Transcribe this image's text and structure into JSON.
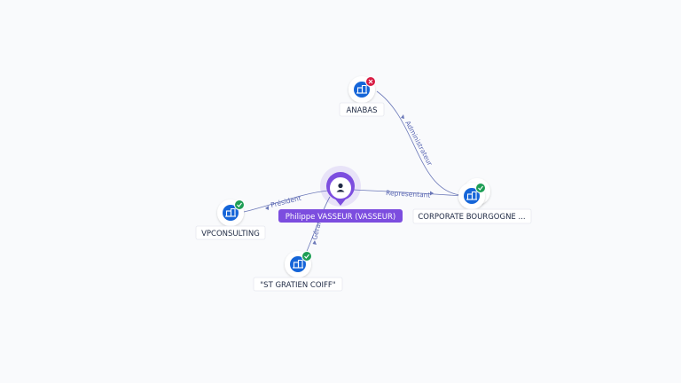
{
  "colors": {
    "company_icon": "#1565d8",
    "person_accent": "#7c4ddf",
    "edge": "#6b78b8",
    "status_active": "#1e9e55",
    "status_closed": "#d81b43"
  },
  "person": {
    "label": "Philippe VASSEUR (VASSEUR)",
    "icon": "person-icon"
  },
  "companies": [
    {
      "key": "anabas",
      "label": "ANABAS",
      "status": "closed",
      "icon": "building-icon"
    },
    {
      "key": "corporate",
      "label": "CORPORATE BOURGOGNE ...",
      "status": "active",
      "icon": "building-icon"
    },
    {
      "key": "vpconsulting",
      "label": "VPCONSULTING",
      "status": "active",
      "icon": "building-icon"
    },
    {
      "key": "stgratien",
      "label": "\"ST GRATIEN COIFF\"",
      "status": "active",
      "icon": "building-icon"
    }
  ],
  "edges": [
    {
      "key": "anabas-corporate",
      "label": "Administrateur"
    },
    {
      "key": "person-corporate",
      "label": "Representant"
    },
    {
      "key": "person-vpconsulting",
      "label": "Président"
    },
    {
      "key": "person-stgratien",
      "label": "Gérant"
    }
  ]
}
